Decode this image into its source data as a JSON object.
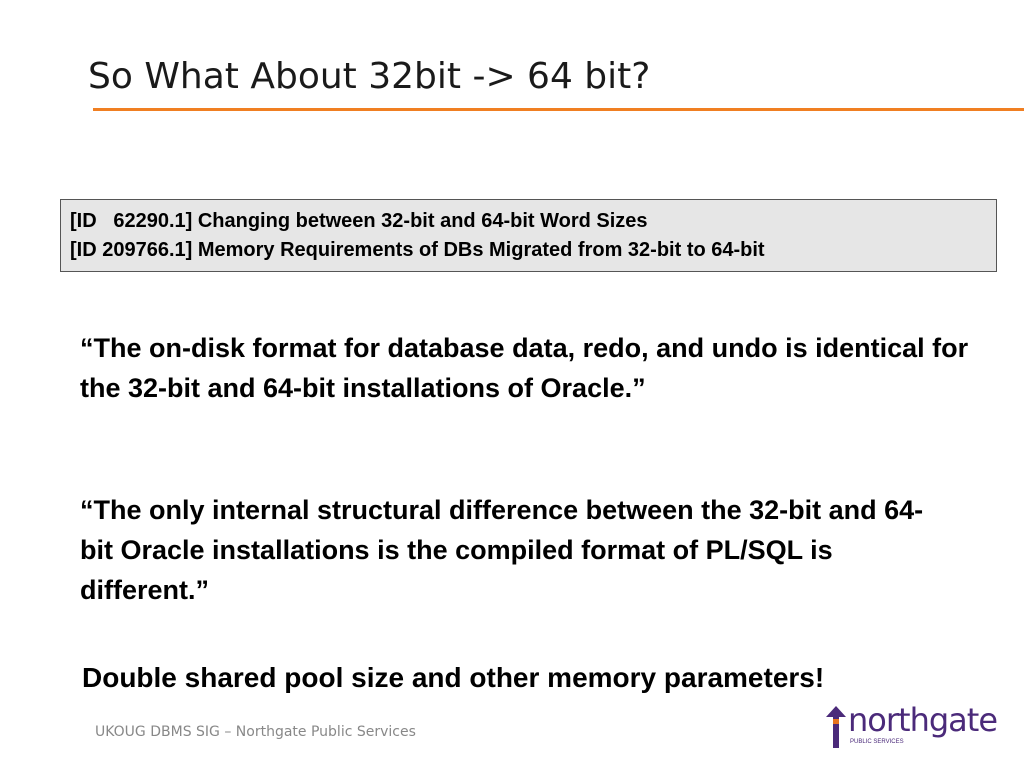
{
  "slide": {
    "title": "So What About 32bit -> 64 bit?",
    "accent_color": "#f07f22",
    "references": [
      "[ID   62290.1] Changing between 32-bit and 64-bit Word Sizes",
      "[ID 209766.1] Memory Requirements of DBs Migrated from 32-bit to 64-bit"
    ],
    "quote_1": "“The on-disk format for database data, redo, and undo is identical for the 32-bit and 64-bit installations of Oracle.”",
    "quote_2": "“The only internal structural difference between the 32-bit and 64-bit Oracle installations is the compiled format of PL/SQL is different.”",
    "conclusion": "Double shared pool size and other memory parameters!"
  },
  "footer": {
    "text": "UKOUG DBMS SIG – Northgate Public Services"
  },
  "logo": {
    "name": "northgate",
    "subtitle": "PUBLIC SERVICES",
    "color": "#4b2a7a",
    "mark_color": "#e8741e",
    "icon": "arrow-up-icon"
  }
}
